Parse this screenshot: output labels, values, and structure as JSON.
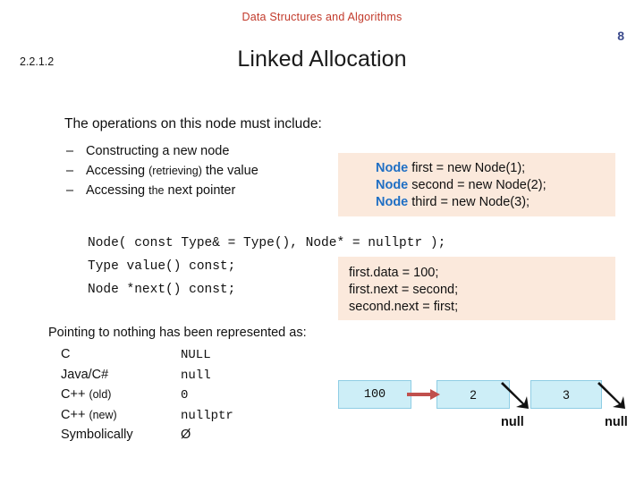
{
  "header": {
    "course_title": "Data Structures and Algorithms",
    "slide_number": "8",
    "section_number": "2.2.1.2",
    "title": "Linked Allocation"
  },
  "content": {
    "lead": "The operations on this node must include:",
    "bullets": [
      {
        "dash": "–",
        "main": "Constructing a new node",
        "tail": ""
      },
      {
        "dash": "–",
        "main": "Accessing ",
        "small": "(retrieving)",
        "tail": " the value"
      },
      {
        "dash": "–",
        "main": "Accessing ",
        "small": "the",
        "tail": " next pointer"
      }
    ],
    "node_decl_box": [
      {
        "kw": "Node",
        "rest": " first = new Node(1);"
      },
      {
        "kw": "Node",
        "rest": " second = new Node(2);"
      },
      {
        "kw": "Node",
        "rest": " third = new Node(3);"
      }
    ],
    "signatures": [
      "Node( const Type& = Type(), Node* = nullptr );",
      "Type value() const;",
      "Node *next() const;"
    ],
    "first_data_box": [
      "first.data = 100;",
      "first.next = second;",
      "second.next = first;"
    ],
    "pointing_lead": "Pointing to nothing has been represented as:",
    "languages": [
      {
        "name": "C",
        "small": "",
        "value": "NULL",
        "mono": true
      },
      {
        "name": "Java/C#",
        "small": "",
        "value": "null",
        "mono": true
      },
      {
        "name": "C++ ",
        "small": "(old)",
        "value": "0",
        "mono": true
      },
      {
        "name": "C++ ",
        "small": "(new)",
        "value": "nullptr",
        "mono": true
      },
      {
        "name": "Symbolically",
        "small": "",
        "value": "Ø",
        "mono": false
      }
    ],
    "diagram": {
      "nodes": [
        {
          "value": "100",
          "mono": true
        },
        {
          "value": "2",
          "mono": false
        },
        {
          "value": "3",
          "mono": false
        }
      ],
      "null_labels": [
        "null",
        "null"
      ]
    }
  },
  "colors": {
    "header_red": "#c23a2b",
    "slide_number_blue": "#3b4a8c",
    "code_box_bg": "#fbe9dc",
    "node_box_bg": "#cdeef7",
    "keyword_blue": "#1f6fc4",
    "arrow_red": "#c0504d"
  }
}
